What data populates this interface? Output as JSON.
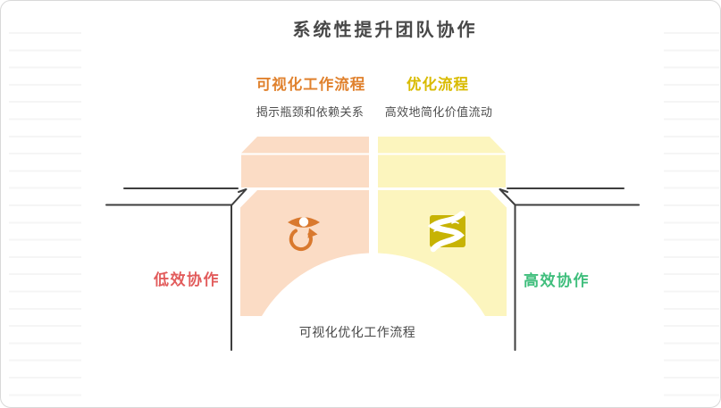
{
  "title": "系统性提升团队协作",
  "columns": [
    {
      "heading": "可视化工作流程",
      "subtext": "揭示瓶颈和依赖关系",
      "icon": "eye-cycle-icon",
      "heading_color": "#E0812D",
      "fill": "#FBDCC5",
      "icon_color": "#D9792E"
    },
    {
      "heading": "优化流程",
      "subtext": "高效地简化价值流动",
      "icon": "river-flow-icon",
      "heading_color": "#D9BB00",
      "fill": "#FCF5BE",
      "icon_color": "#C7B304"
    }
  ],
  "side_labels": {
    "left": {
      "text": "低效协作",
      "color": "#E25C5C"
    },
    "right": {
      "text": "高效协作",
      "color": "#3FBE7C"
    }
  },
  "bottom_label": "可视化优化工作流程",
  "stroke_color": "#3E3E3E"
}
